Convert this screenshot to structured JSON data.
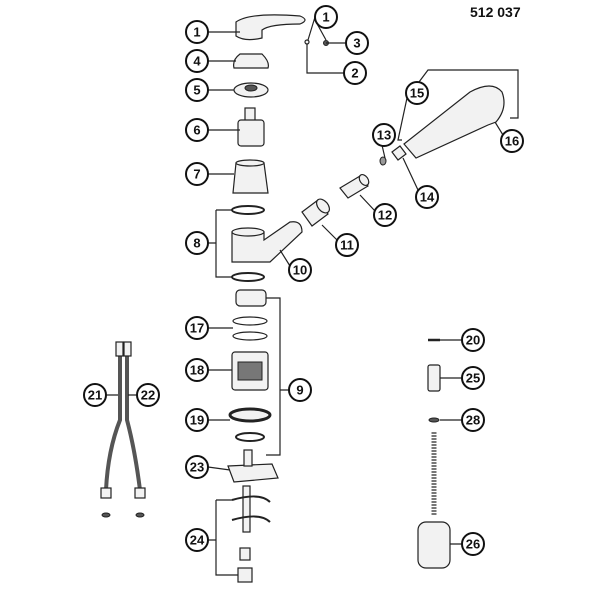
{
  "diagram": {
    "title": "512 037",
    "callouts": [
      "1",
      "1",
      "3",
      "2",
      "4",
      "5",
      "6",
      "7",
      "8",
      "10",
      "11",
      "12",
      "13",
      "14",
      "15",
      "16",
      "17",
      "18",
      "19",
      "9",
      "23",
      "24",
      "21",
      "22",
      "20",
      "25",
      "28",
      "26"
    ]
  }
}
